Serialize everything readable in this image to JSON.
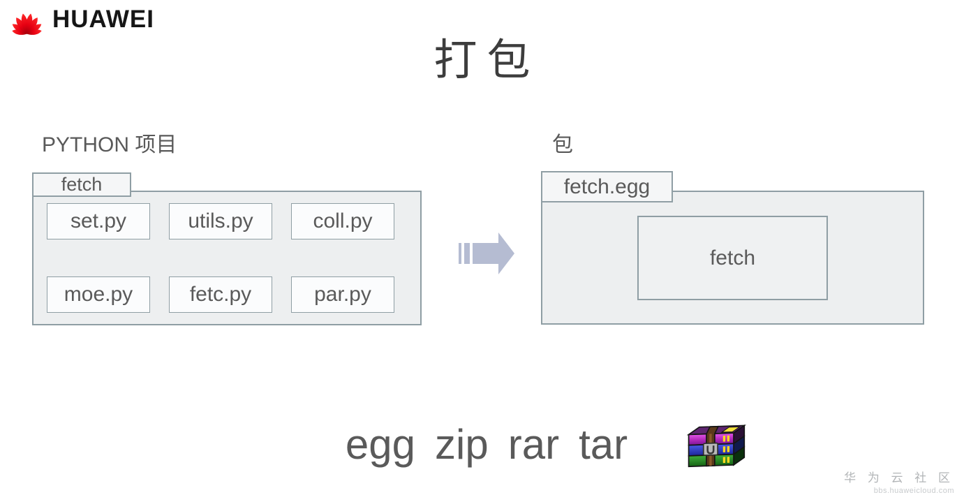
{
  "logo": {
    "brand": "HUAWEI"
  },
  "title": "打包",
  "left_panel": {
    "label": "PYTHON 项目",
    "folder_tab": "fetch",
    "files": [
      "set.py",
      "utils.py",
      "coll.py",
      "moe.py",
      "fetc.py",
      "par.py"
    ]
  },
  "right_panel": {
    "label": "包",
    "folder_tab": "fetch.egg",
    "package_name": "fetch"
  },
  "footer": {
    "formats": [
      "egg",
      "zip",
      "rar",
      "tar"
    ],
    "archive_icon": "winrar-archive-icon"
  },
  "arrow_icon": "striped-right-arrow-icon",
  "watermark": {
    "line1": "华 为 云 社 区",
    "line2": "bbs.huaweicloud.com"
  },
  "colors": {
    "huawei_red": "#e60012",
    "border_gray": "#8f9ea4",
    "folder_fill": "#edeff0",
    "tab_fill": "#f5f6f7",
    "file_fill": "#fbfcfd",
    "arrow_fill": "#b5bcd2",
    "text_gray": "#5a5a5a",
    "title_gray": "#3d3d3d"
  }
}
